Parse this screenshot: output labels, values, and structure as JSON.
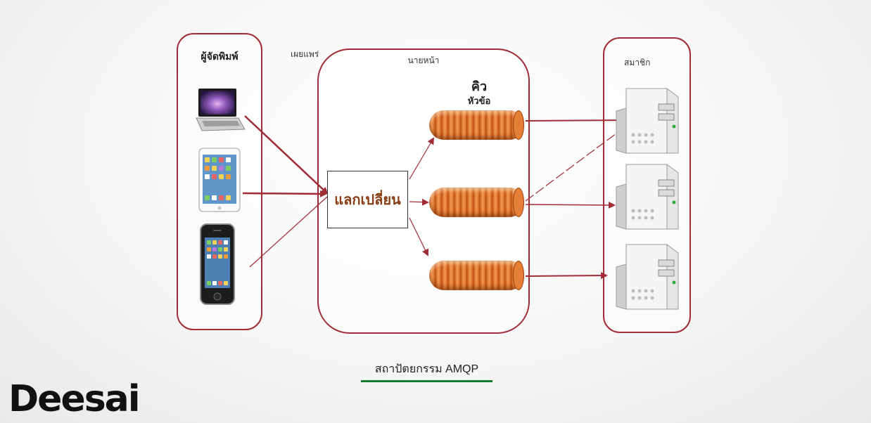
{
  "diagram": {
    "publisher_title": "ผู้จัดพิมพ์",
    "publish_label": "เผยแพร่",
    "broker_title": "นายหน้า",
    "queue_title": "คิว",
    "topic_label": "หัวข้อ",
    "exchange_label": "แลกเปลี่ยน",
    "subscriber_title": "สมาชิก",
    "caption": "สถาปัตยกรรม AMQP"
  },
  "publishers": [
    {
      "icon": "laptop-icon"
    },
    {
      "icon": "tablet-icon"
    },
    {
      "icon": "smartphone-icon"
    }
  ],
  "subscribers": [
    {
      "icon": "server-icon"
    },
    {
      "icon": "server-icon"
    },
    {
      "icon": "server-icon"
    }
  ],
  "logo": {
    "text": "Deesai"
  },
  "colors": {
    "panel_border": "#a02c35",
    "arrow": "#a02c35",
    "exchange_text": "#8a3d12",
    "queue": "#e0762f",
    "caption_underline": "#127a2b"
  }
}
